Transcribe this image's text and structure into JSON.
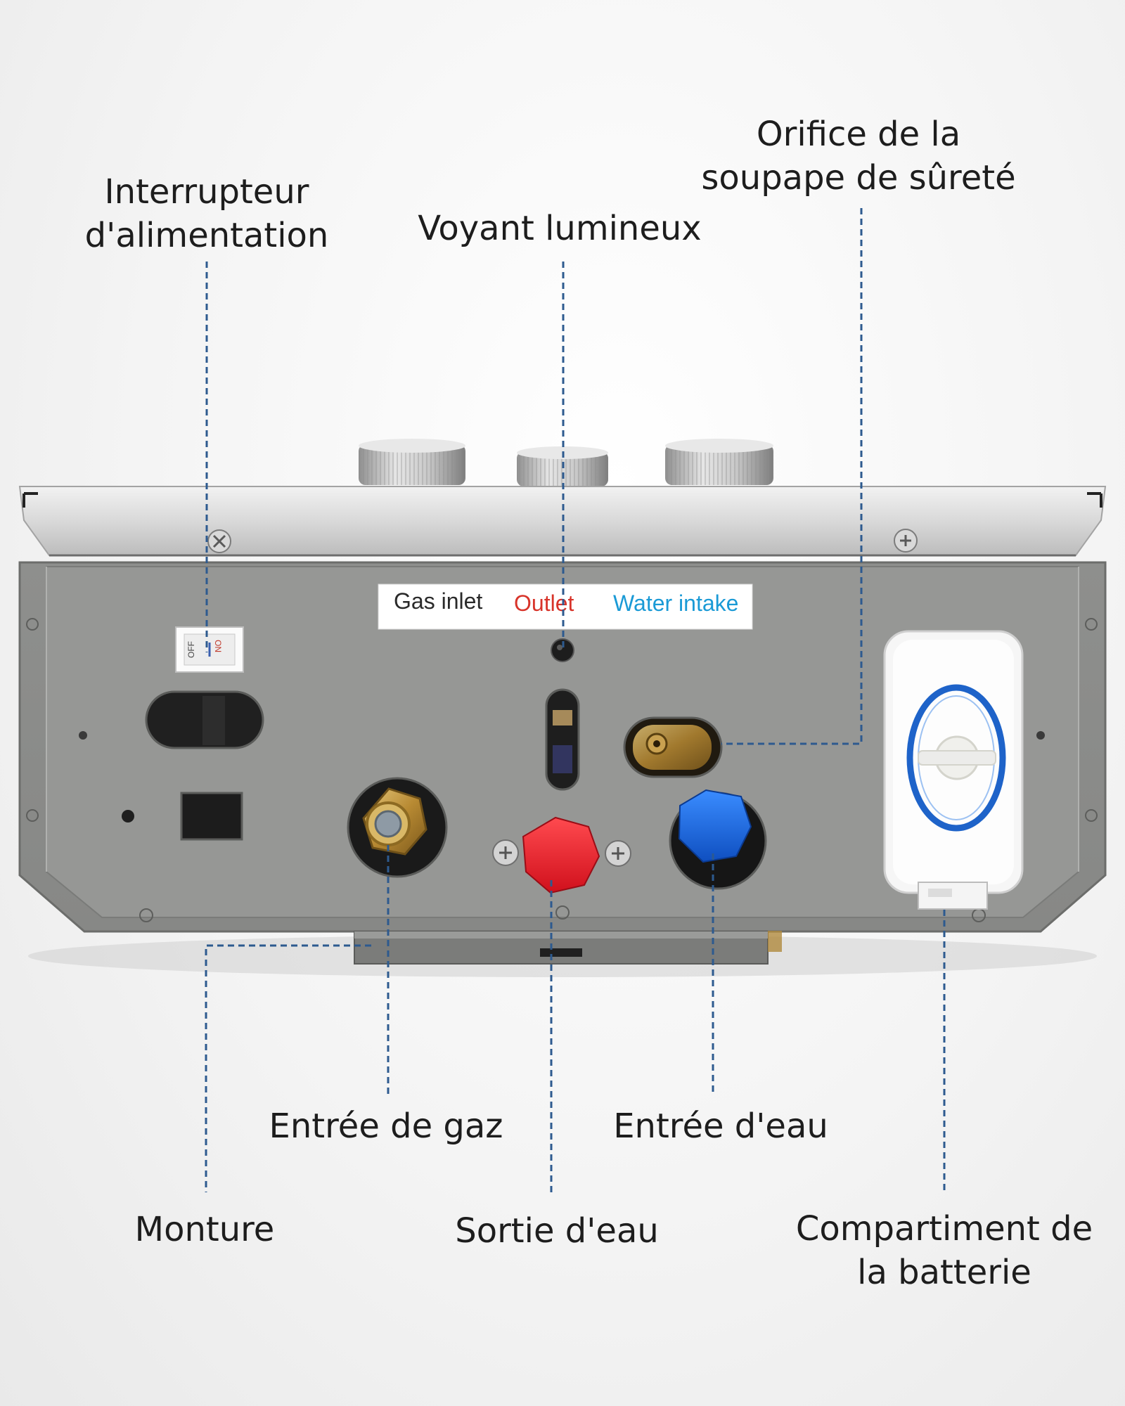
{
  "callouts": {
    "power_switch": {
      "line1": "Interrupteur",
      "line2": "d'alimentation"
    },
    "indicator_light": {
      "line1": "Voyant lumineux"
    },
    "safety_valve": {
      "line1": "Orifice de la",
      "line2": "soupape de sûreté"
    },
    "gas_inlet": {
      "line1": "Entrée de gaz"
    },
    "water_inlet": {
      "line1": "Entrée d'eau"
    },
    "mount": {
      "line1": "Monture"
    },
    "water_outlet": {
      "line1": "Sortie d'eau"
    },
    "battery_compartment": {
      "line1": "Compartiment de",
      "line2": "la batterie"
    }
  },
  "device_label": {
    "gas": "Gas inlet",
    "outlet": "Outlet",
    "water": "Water intake"
  },
  "switch": {
    "on": "ON",
    "off": "OFF"
  },
  "colors": {
    "leader_line": "#2d5a8f",
    "outlet_text": "#d8342a",
    "water_text": "#1a9ad6",
    "red_cap": "#e8202b",
    "blue_cap": "#1565d8",
    "battery_ring": "#1e63c9",
    "panel": "#8c8d8b"
  },
  "icons": [
    "screw-icon",
    "hex-cap-icon",
    "knob-icon"
  ]
}
